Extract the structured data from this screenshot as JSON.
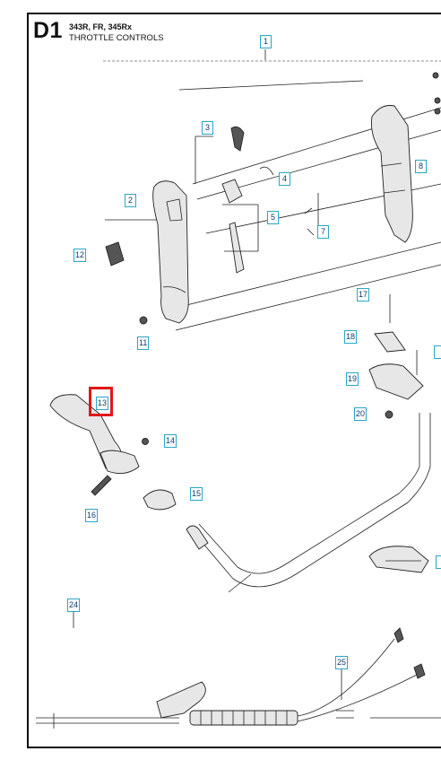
{
  "header": {
    "section": "D1",
    "models": "343R, FR, 345Rx",
    "title": "THROTTLE CONTROLS"
  },
  "callouts": [
    "1",
    "2",
    "3",
    "4",
    "5",
    "7",
    "8",
    "11",
    "12",
    "13",
    "14",
    "15",
    "16",
    "17",
    "18",
    "19",
    "20",
    "24",
    "25"
  ],
  "highlight": {
    "callout": "13",
    "color": "#e01818"
  },
  "colors": {
    "callout_border": "#2aa6c9",
    "callout_text": "#0b3a66",
    "linework": "#222222"
  }
}
